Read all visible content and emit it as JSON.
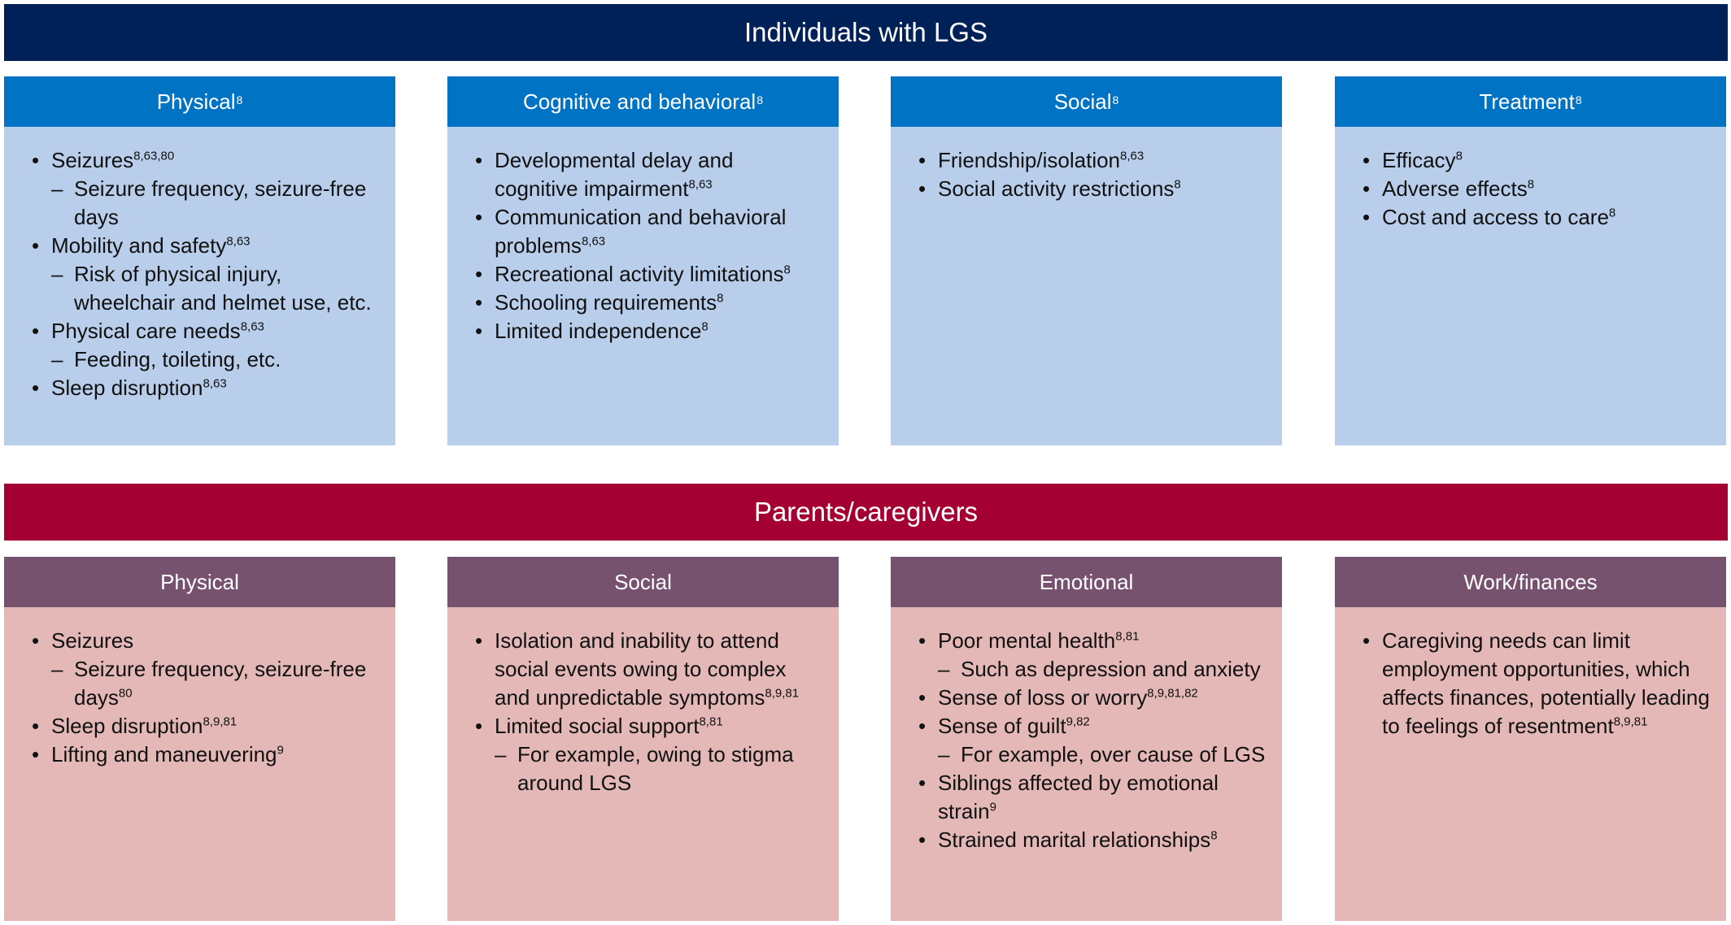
{
  "colors": {
    "top_banner": "#002157",
    "bottom_banner": "#A50034",
    "top_head": "#0073C4",
    "top_body": "#B9CEEB",
    "bottom_head": "#77526F",
    "bottom_body": "#E5B8B8"
  },
  "sections": [
    {
      "id": "individuals",
      "title": "Individuals with LGS",
      "boxes": [
        {
          "title": "Physical",
          "title_sup": "8",
          "items": [
            {
              "text": "Seizures",
              "sup": "8,63,80",
              "sub": [
                {
                  "text": "Seizure frequency, seizure-free days",
                  "sup": ""
                }
              ]
            },
            {
              "text": "Mobility and safety",
              "sup": "8,63",
              "sub": [
                {
                  "text": "Risk of physical injury, wheelchair and helmet use, etc.",
                  "sup": ""
                }
              ]
            },
            {
              "text": "Physical care needs",
              "sup": "8,63",
              "sub": [
                {
                  "text": "Feeding, toileting, etc.",
                  "sup": ""
                }
              ]
            },
            {
              "text": "Sleep disruption",
              "sup": "8,63",
              "sub": []
            }
          ]
        },
        {
          "title": "Cognitive and behavioral",
          "title_sup": "8",
          "items": [
            {
              "text": "Developmental delay and cognitive impairment",
              "sup": "8,63",
              "sub": []
            },
            {
              "text": "Communication and behavioral problems",
              "sup": "8,63",
              "sub": []
            },
            {
              "text": "Recreational activity limitations",
              "sup": "8",
              "sub": []
            },
            {
              "text": "Schooling requirements",
              "sup": "8",
              "sub": []
            },
            {
              "text": "Limited independence",
              "sup": "8",
              "sub": []
            }
          ]
        },
        {
          "title": "Social",
          "title_sup": "8",
          "items": [
            {
              "text": "Friendship/isolation",
              "sup": "8,63",
              "sub": []
            },
            {
              "text": "Social activity restrictions",
              "sup": "8",
              "sub": []
            }
          ]
        },
        {
          "title": "Treatment",
          "title_sup": "8",
          "items": [
            {
              "text": "Efficacy",
              "sup": "8",
              "sub": []
            },
            {
              "text": "Adverse effects",
              "sup": "8",
              "sub": []
            },
            {
              "text": "Cost and access to care",
              "sup": "8",
              "sub": []
            }
          ]
        }
      ]
    },
    {
      "id": "caregivers",
      "title": "Parents/caregivers",
      "boxes": [
        {
          "title": "Physical",
          "title_sup": "",
          "items": [
            {
              "text": "Seizures",
              "sup": "",
              "sub": [
                {
                  "text": "Seizure frequency, seizure-free days",
                  "sup": "80"
                }
              ]
            },
            {
              "text": "Sleep disruption",
              "sup": "8,9,81",
              "sub": []
            },
            {
              "text": "Lifting and maneuvering",
              "sup": "9",
              "sub": []
            }
          ]
        },
        {
          "title": "Social",
          "title_sup": "",
          "items": [
            {
              "text": "Isolation and inability to attend social events owing to complex and unpredictable symptoms",
              "sup": "8,9,81",
              "sub": []
            },
            {
              "text": "Limited social support",
              "sup": "8,81",
              "sub": [
                {
                  "text": "For example, owing to stigma around LGS",
                  "sup": ""
                }
              ]
            }
          ]
        },
        {
          "title": "Emotional",
          "title_sup": "",
          "items": [
            {
              "text": "Poor mental health",
              "sup": "8,81",
              "sub": [
                {
                  "text": "Such as depression and anxiety",
                  "sup": ""
                }
              ]
            },
            {
              "text": "Sense of loss or worry",
              "sup": "8,9,81,82",
              "sub": []
            },
            {
              "text": "Sense of guilt",
              "sup": "9,82",
              "sub": [
                {
                  "text": "For example, over cause of LGS",
                  "sup": ""
                }
              ]
            },
            {
              "text": "Siblings affected by emotional strain",
              "sup": "9",
              "sub": []
            },
            {
              "text": "Strained marital relationships",
              "sup": "8",
              "sub": []
            }
          ]
        },
        {
          "title": "Work/finances",
          "title_sup": "",
          "items": [
            {
              "text": "Caregiving needs can limit employment opportunities, which affects finances, potentially leading to feelings of resentment",
              "sup": "8,9,81",
              "sub": []
            }
          ]
        }
      ]
    }
  ]
}
